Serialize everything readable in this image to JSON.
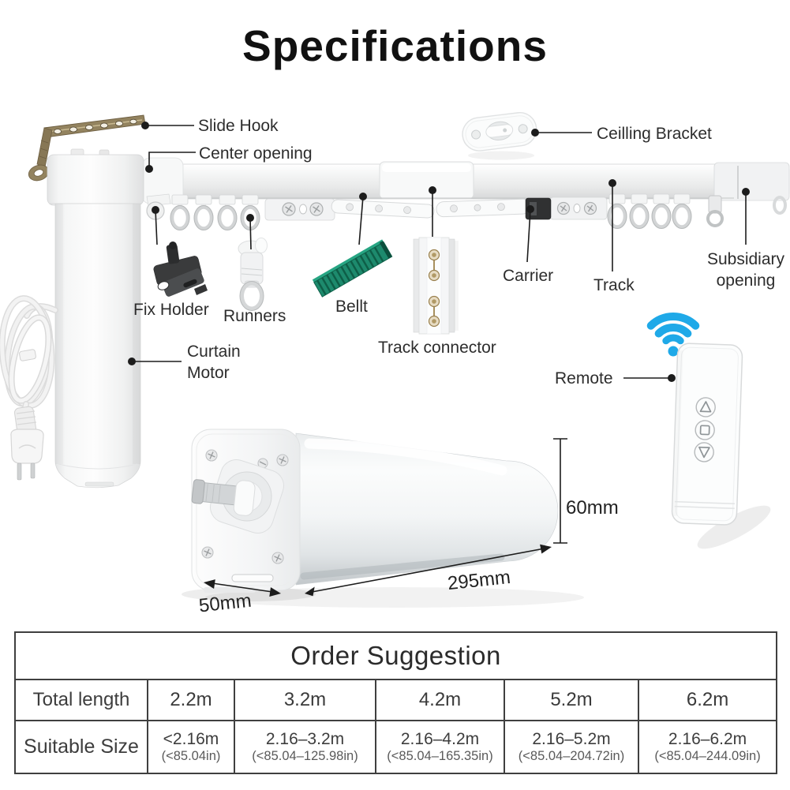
{
  "title": "Specifications",
  "diagram": {
    "labels": {
      "slide_hook": "Slide Hook",
      "center_opening": "Center opening",
      "ceiling_bracket": "Ceilling Bracket",
      "fix_holder": "Fix Holder",
      "runners": "Runners",
      "belt": "Bellt",
      "track_connector": "Track connector",
      "carrier": "Carrier",
      "track": "Track",
      "subsidiary_opening": "Subsidiary opening",
      "curtain_motor": "Curtain Motor",
      "remote": "Remote"
    },
    "dimensions": {
      "motor_height": "60mm",
      "motor_length": "295mm",
      "motor_width": "50mm"
    },
    "colors": {
      "wifi_blue": "#1fa9e8",
      "belt_green": "#1d8a6d",
      "hook_brass": "#93835f",
      "label_text": "#2d2d2d"
    }
  },
  "order_table": {
    "title": "Order Suggestion",
    "row_headers": [
      "Total length",
      "Suitable Size"
    ],
    "total_lengths": [
      "2.2m",
      "3.2m",
      "4.2m",
      "5.2m",
      "6.2m"
    ],
    "suitable_sizes_m": [
      "<2.16m",
      "2.16–3.2m",
      "2.16–4.2m",
      "2.16–5.2m",
      "2.16–6.2m"
    ],
    "suitable_sizes_in": [
      "(<85.04in)",
      "(<85.04–125.98in)",
      "(<85.04–165.35in)",
      "(<85.04–204.72in)",
      "(<85.04–244.09in)"
    ]
  }
}
